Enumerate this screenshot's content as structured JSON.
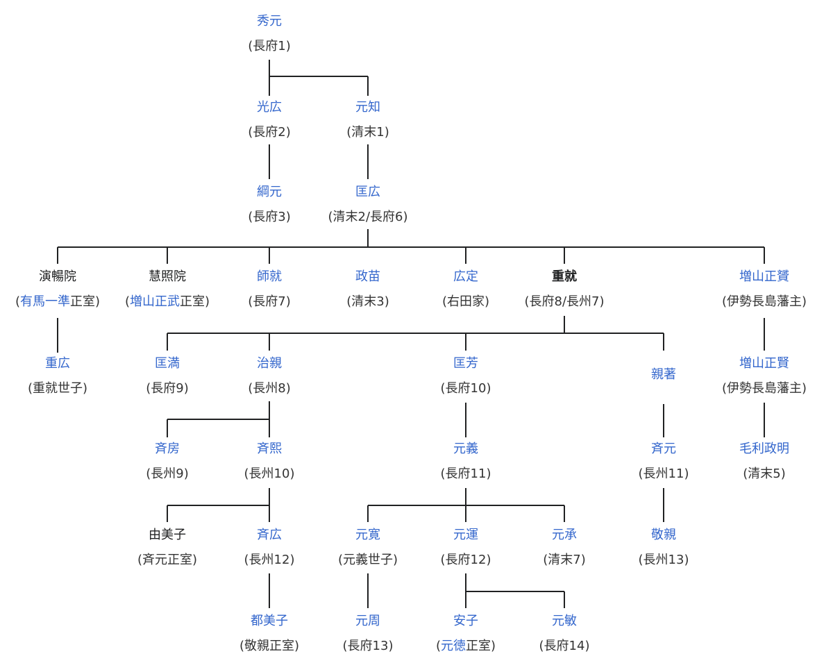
{
  "nodes": [
    {
      "id": "hidemoto",
      "name": "秀元",
      "link": true,
      "sub": [
        {
          "text": "(長府1)"
        }
      ]
    },
    {
      "id": "mitsuhiro",
      "name": "光広",
      "link": true,
      "sub": [
        {
          "text": "(長府2)"
        }
      ]
    },
    {
      "id": "mototomo",
      "name": "元知",
      "link": true,
      "sub": [
        {
          "text": "(清末1)"
        }
      ]
    },
    {
      "id": "tsunamoto",
      "name": "綱元",
      "link": true,
      "sub": [
        {
          "text": "(長府3)"
        }
      ]
    },
    {
      "id": "tadahiro",
      "name": "匡広",
      "link": true,
      "sub": [
        {
          "text": "(清末2/長府6)"
        }
      ]
    },
    {
      "id": "enchoin",
      "name": "演暢院",
      "link": false,
      "sub": [
        {
          "text": "("
        },
        {
          "text": "有馬一準",
          "link": true
        },
        {
          "text": "正室)"
        }
      ]
    },
    {
      "id": "keishoin",
      "name": "慧照院",
      "link": false,
      "sub": [
        {
          "text": "("
        },
        {
          "text": "増山正武",
          "link": true
        },
        {
          "text": "正室)"
        }
      ]
    },
    {
      "id": "moronari",
      "name": "師就",
      "link": true,
      "sub": [
        {
          "text": "(長府7)"
        }
      ]
    },
    {
      "id": "masanae",
      "name": "政苗",
      "link": true,
      "sub": [
        {
          "text": "(清末3)"
        }
      ]
    },
    {
      "id": "hirosada",
      "name": "広定",
      "link": true,
      "sub": [
        {
          "text": "(右田家)"
        }
      ]
    },
    {
      "id": "shigetaka",
      "name": "重就",
      "link": false,
      "bold": true,
      "sub": [
        {
          "text": "(長府8/長州7)"
        }
      ]
    },
    {
      "id": "masayoshi",
      "name": "増山正贇",
      "link": true,
      "sub": [
        {
          "text": "(伊勢長島藩主)"
        }
      ]
    },
    {
      "id": "shigehiro",
      "name": "重広",
      "link": true,
      "sub": [
        {
          "text": "(重就世子)"
        }
      ]
    },
    {
      "id": "tadamitsu",
      "name": "匡満",
      "link": true,
      "sub": [
        {
          "text": "(長府9)"
        }
      ]
    },
    {
      "id": "harochika",
      "name": "治親",
      "link": true,
      "sub": [
        {
          "text": "(長州8)"
        }
      ]
    },
    {
      "id": "tadayoshi",
      "name": "匡芳",
      "link": true,
      "sub": [
        {
          "text": "(長府10)"
        }
      ]
    },
    {
      "id": "chikaaki",
      "name": "親著",
      "link": true,
      "sub": []
    },
    {
      "id": "masakata",
      "name": "増山正賢",
      "link": true,
      "sub": [
        {
          "text": "(伊勢長島藩主)"
        }
      ]
    },
    {
      "id": "narifusa",
      "name": "斉房",
      "link": true,
      "sub": [
        {
          "text": "(長州9)"
        }
      ]
    },
    {
      "id": "narihiro",
      "name": "斉熙",
      "link": true,
      "sub": [
        {
          "text": "(長州10)"
        }
      ]
    },
    {
      "id": "motoyoshi",
      "name": "元義",
      "link": true,
      "sub": [
        {
          "text": "(長府11)"
        }
      ]
    },
    {
      "id": "naritomo",
      "name": "斉元",
      "link": true,
      "sub": [
        {
          "text": "(長州11)"
        }
      ]
    },
    {
      "id": "masaaki",
      "name": "毛利政明",
      "link": true,
      "sub": [
        {
          "text": "(清末5)"
        }
      ]
    },
    {
      "id": "yumiko",
      "name": "由美子",
      "link": false,
      "sub": [
        {
          "text": "(斉元正室)"
        }
      ]
    },
    {
      "id": "naritoo",
      "name": "斉広",
      "link": true,
      "sub": [
        {
          "text": "(長州12)"
        }
      ]
    },
    {
      "id": "motohiro",
      "name": "元寛",
      "link": true,
      "sub": [
        {
          "text": "(元義世子)"
        }
      ]
    },
    {
      "id": "motomitsu",
      "name": "元運",
      "link": true,
      "sub": [
        {
          "text": "(長府12)"
        }
      ]
    },
    {
      "id": "mototsugu",
      "name": "元承",
      "link": true,
      "sub": [
        {
          "text": "(清末7)"
        }
      ]
    },
    {
      "id": "takachika",
      "name": "敬親",
      "link": true,
      "sub": [
        {
          "text": "(長州13)"
        }
      ]
    },
    {
      "id": "tomiko",
      "name": "都美子",
      "link": true,
      "sub": [
        {
          "text": "(敬親正室)"
        }
      ]
    },
    {
      "id": "motochika",
      "name": "元周",
      "link": true,
      "sub": [
        {
          "text": "(長府13)"
        }
      ]
    },
    {
      "id": "yasuko",
      "name": "安子",
      "link": true,
      "sub": [
        {
          "text": "("
        },
        {
          "text": "元徳",
          "link": true
        },
        {
          "text": "正室)"
        }
      ]
    },
    {
      "id": "mototoshi",
      "name": "元敏",
      "link": true,
      "sub": [
        {
          "text": "(長府14)"
        }
      ]
    }
  ]
}
